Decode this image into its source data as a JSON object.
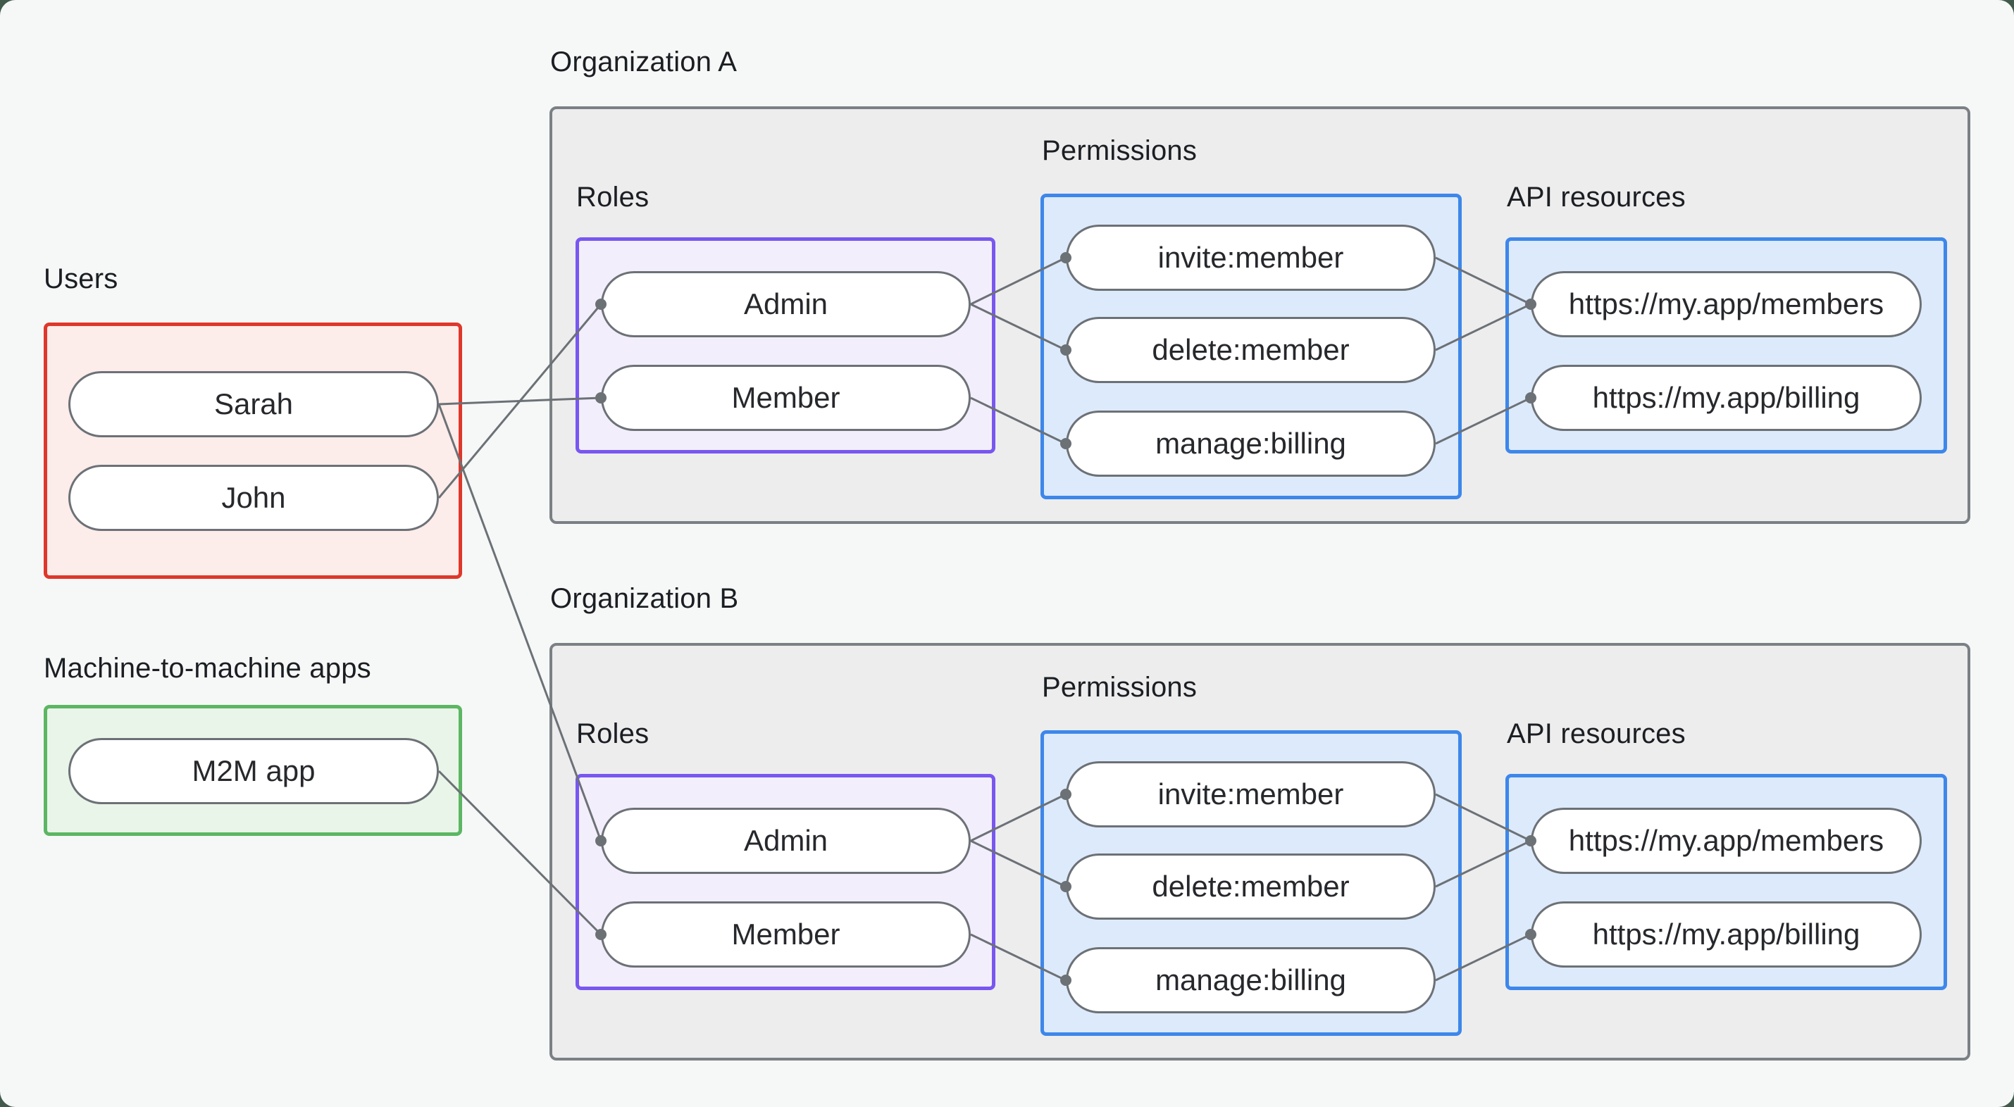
{
  "colors": {
    "backdrop": "#415a4c",
    "page_background": "#f6f8f7",
    "users_border": "#df372b",
    "users_fill": "#fcecea",
    "m2m_border": "#5cb663",
    "m2m_fill": "#e9f5e8",
    "org_border": "#7b8085",
    "org_fill": "#ededee",
    "roles_border": "#7857f0",
    "roles_fill": "#f3eefc",
    "blue_border": "#3d87ea",
    "blue_fill": "#ddeafb",
    "pill_border": "#6c7176",
    "pill_fill": "#ffffff",
    "connector": "#6c7176",
    "text": "#1b1e22"
  },
  "users_group": {
    "label": "Users",
    "items": [
      "Sarah",
      "John"
    ]
  },
  "m2m_group": {
    "label": "Machine-to-machine apps",
    "items": [
      "M2M app"
    ]
  },
  "orgs": [
    {
      "title": "Organization A",
      "roles_label": "Roles",
      "permissions_label": "Permissions",
      "api_resources_label": "API resources",
      "roles": [
        "Admin",
        "Member"
      ],
      "permissions": [
        "invite:member",
        "delete:member",
        "manage:billing"
      ],
      "api_resources": [
        "https://my.app/members",
        "https://my.app/billing"
      ]
    },
    {
      "title": "Organization B",
      "roles_label": "Roles",
      "permissions_label": "Permissions",
      "api_resources_label": "API resources",
      "roles": [
        "Admin",
        "Member"
      ],
      "permissions": [
        "invite:member",
        "delete:member",
        "manage:billing"
      ],
      "api_resources": [
        "https://my.app/members",
        "https://my.app/billing"
      ]
    }
  ],
  "connections": [
    {
      "from": "Sarah",
      "to": "Member",
      "org": "Organization A"
    },
    {
      "from": "John",
      "to": "Admin",
      "org": "Organization A"
    },
    {
      "from": "Sarah",
      "to": "Admin",
      "org": "Organization B"
    },
    {
      "from": "M2M app",
      "to": "Member",
      "org": "Organization B"
    },
    {
      "from": "Admin",
      "to": "invite:member",
      "org": "Organization A"
    },
    {
      "from": "Admin",
      "to": "delete:member",
      "org": "Organization A"
    },
    {
      "from": "Member",
      "to": "manage:billing",
      "org": "Organization A"
    },
    {
      "from": "invite:member",
      "to": "https://my.app/members",
      "org": "Organization A"
    },
    {
      "from": "delete:member",
      "to": "https://my.app/members",
      "org": "Organization A"
    },
    {
      "from": "manage:billing",
      "to": "https://my.app/billing",
      "org": "Organization A"
    },
    {
      "from": "Admin",
      "to": "invite:member",
      "org": "Organization B"
    },
    {
      "from": "Admin",
      "to": "delete:member",
      "org": "Organization B"
    },
    {
      "from": "Member",
      "to": "manage:billing",
      "org": "Organization B"
    },
    {
      "from": "invite:member",
      "to": "https://my.app/members",
      "org": "Organization B"
    },
    {
      "from": "delete:member",
      "to": "https://my.app/members",
      "org": "Organization B"
    },
    {
      "from": "manage:billing",
      "to": "https://my.app/billing",
      "org": "Organization B"
    }
  ]
}
